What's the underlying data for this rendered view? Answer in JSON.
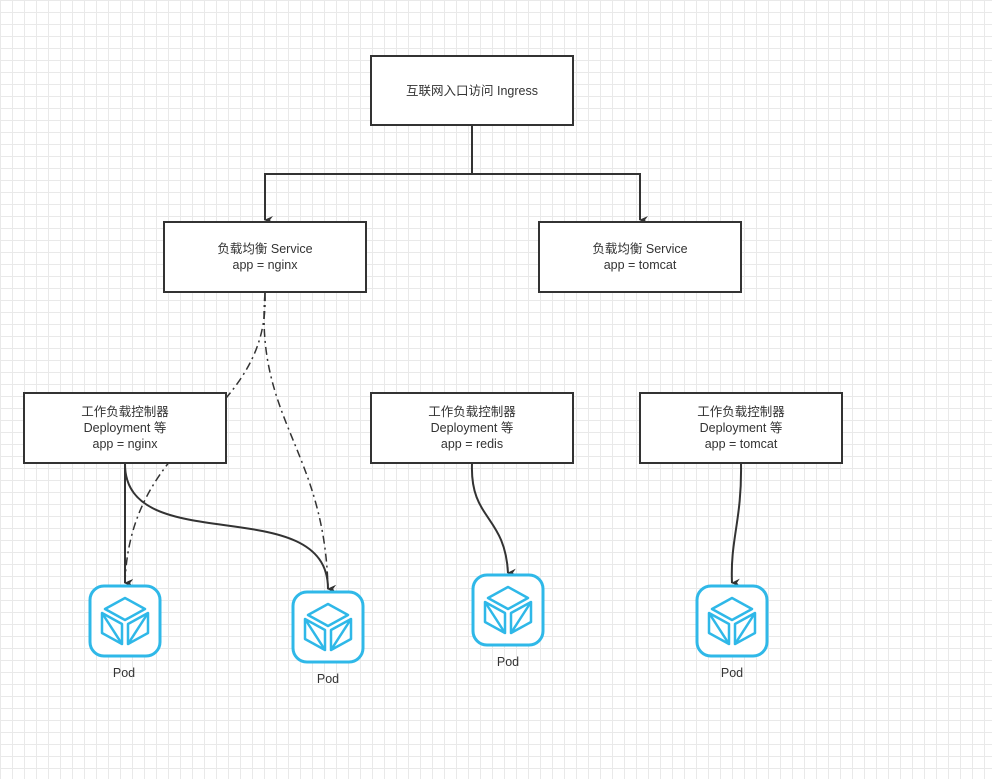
{
  "ingress": {
    "label": "互联网入口访问 Ingress"
  },
  "services": [
    {
      "line1": "负载均衡 Service",
      "line2": "app = nginx"
    },
    {
      "line1": "负载均衡 Service",
      "line2": "app = tomcat"
    }
  ],
  "controllers": [
    {
      "line1": "工作负载控制器",
      "line2": "Deployment 等",
      "line3": "app = nginx"
    },
    {
      "line1": "工作负载控制器",
      "line2": "Deployment 等",
      "line3": "app = redis"
    },
    {
      "line1": "工作负载控制器",
      "line2": "Deployment 等",
      "line3": "app = tomcat"
    }
  ],
  "pods": [
    {
      "label": "Pod"
    },
    {
      "label": "Pod"
    },
    {
      "label": "Pod"
    },
    {
      "label": "Pod"
    }
  ],
  "colors": {
    "box_border": "#333333",
    "pod_icon": "#2fb8e8",
    "grid": "#e9e9e9"
  },
  "icons": {
    "pod": "kubernetes-pod-cube-icon"
  }
}
